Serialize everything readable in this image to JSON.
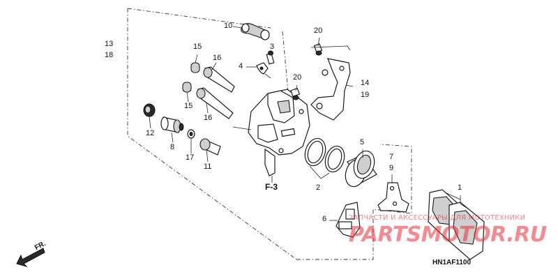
{
  "callouts": {
    "n1": "1",
    "n2": "2",
    "n3": "3",
    "n4": "4",
    "n5": "5",
    "n6": "6",
    "n7": "7",
    "n8": "8",
    "n9": "9",
    "n10": "10",
    "n11": "11",
    "n12": "12",
    "n13": "13",
    "n14": "14",
    "n15a": "15",
    "n15b": "15",
    "n16a": "16",
    "n16b": "16",
    "n17": "17",
    "n18": "18",
    "n19": "19",
    "n20a": "20",
    "n20b": "20"
  },
  "section_ref": "F-3",
  "front_arrow": "FR.",
  "diagram_code": "HN1AF1100",
  "watermark": {
    "tagline": "ЗАПЧАСТИ И АКСЕССУАРЫ ДЛЯ МОТОТЕХНИКИ",
    "logo_text": "PARTSMOTOR.RU",
    "logo_color": "#e8303a"
  }
}
